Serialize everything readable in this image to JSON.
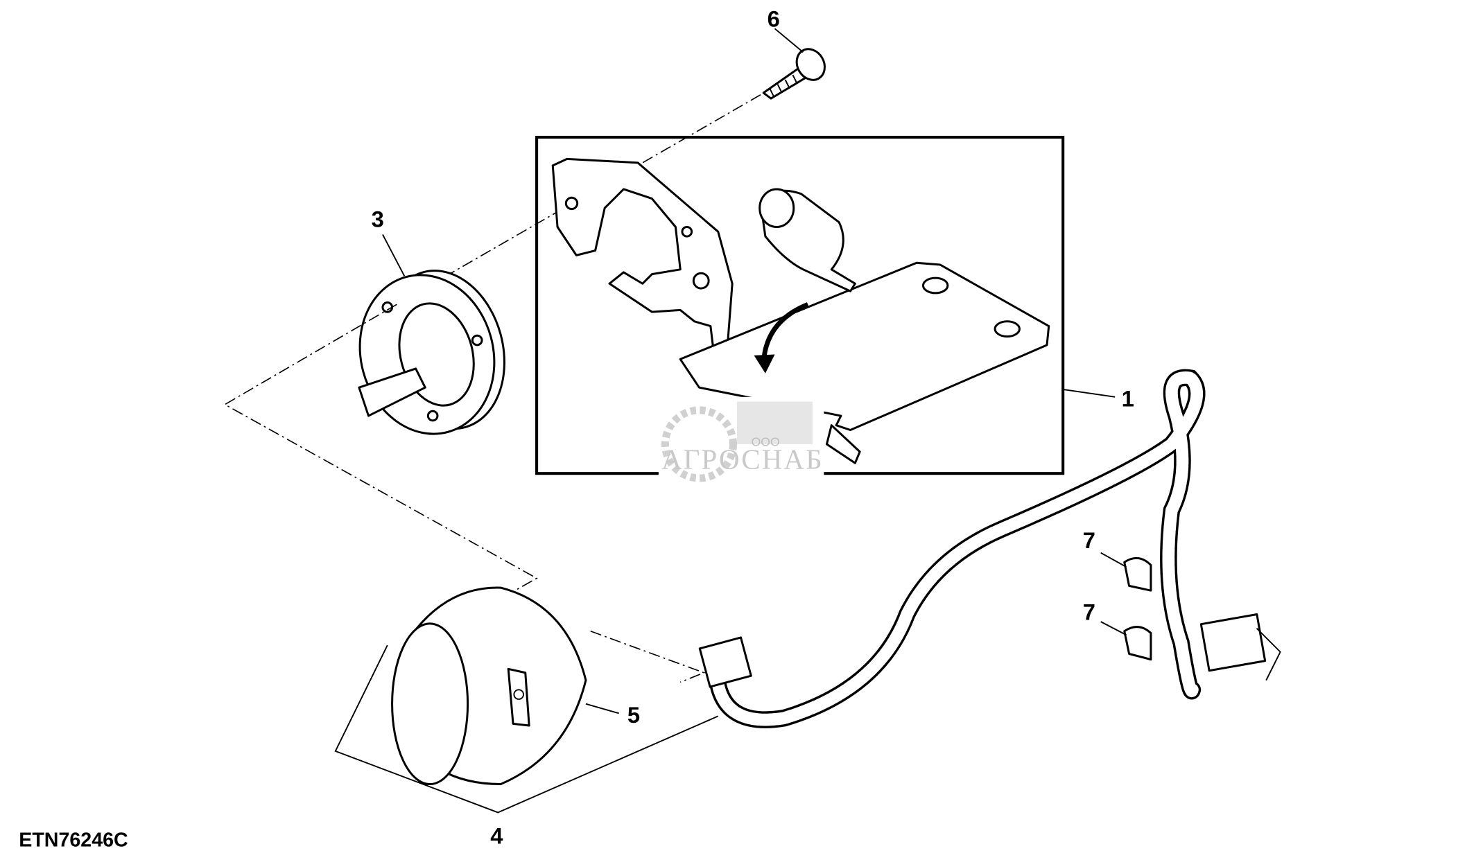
{
  "figure_id": "ETN76246C",
  "callouts": {
    "c1": "1",
    "c3": "3",
    "c4": "4",
    "c5": "5",
    "c6": "6",
    "c7a": "7",
    "c7b": "7"
  },
  "watermark": {
    "prefix": "ООО",
    "name": "АГРОСНАБ"
  }
}
